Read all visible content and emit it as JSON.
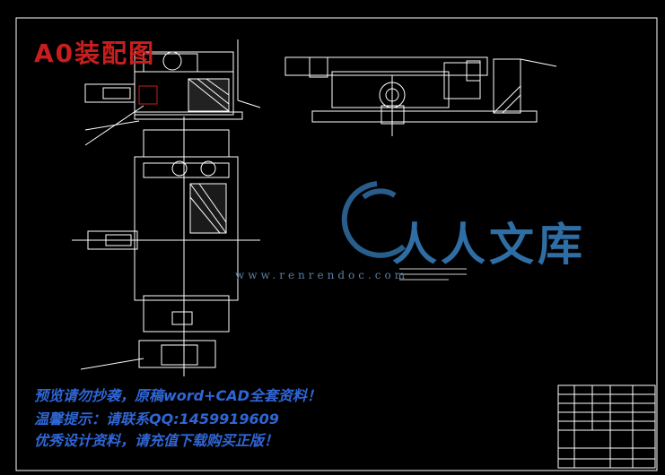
{
  "drawing": {
    "title": "A0装配图"
  },
  "watermark": {
    "name": "人人文库",
    "url": "www.renrendoc.com"
  },
  "promo": {
    "line1": "预览请勿抄袭，原稿word+CAD全套资料！",
    "line2": "温馨提示：请联系QQ:1459919609",
    "line3": "优秀设计资料，请充值下载购买正版！"
  },
  "colors": {
    "background": "#000000",
    "lines": "#ffffff",
    "title_red": "#c81e1e",
    "promo_blue": "#2f66d6",
    "watermark_blue": "#2f6ea5"
  }
}
